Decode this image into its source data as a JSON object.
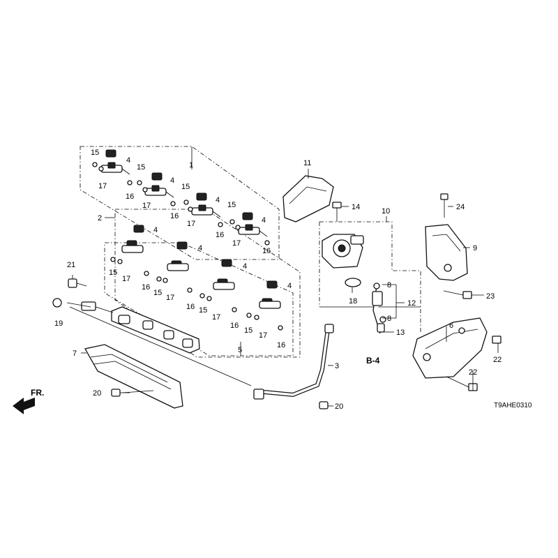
{
  "diagram": {
    "drawing_code": "T9AHE0310",
    "front_indicator": "FR.",
    "reference_tag": "B-4",
    "callouts": [
      {
        "key": "1",
        "text": "1"
      },
      {
        "key": "2",
        "text": "2"
      },
      {
        "key": "3",
        "text": "3"
      },
      {
        "key": "4",
        "text": "4"
      },
      {
        "key": "5",
        "text": "5"
      },
      {
        "key": "6",
        "text": "6"
      },
      {
        "key": "7",
        "text": "7"
      },
      {
        "key": "8",
        "text": "8"
      },
      {
        "key": "9",
        "text": "9"
      },
      {
        "key": "10",
        "text": "10"
      },
      {
        "key": "11",
        "text": "11"
      },
      {
        "key": "12",
        "text": "12"
      },
      {
        "key": "13",
        "text": "13"
      },
      {
        "key": "14",
        "text": "14"
      },
      {
        "key": "15",
        "text": "15"
      },
      {
        "key": "16",
        "text": "16"
      },
      {
        "key": "17",
        "text": "17"
      },
      {
        "key": "18",
        "text": "18"
      },
      {
        "key": "19",
        "text": "19"
      },
      {
        "key": "20",
        "text": "20"
      },
      {
        "key": "21",
        "text": "21"
      },
      {
        "key": "22",
        "text": "22"
      },
      {
        "key": "23",
        "text": "23"
      },
      {
        "key": "24",
        "text": "24"
      }
    ]
  }
}
